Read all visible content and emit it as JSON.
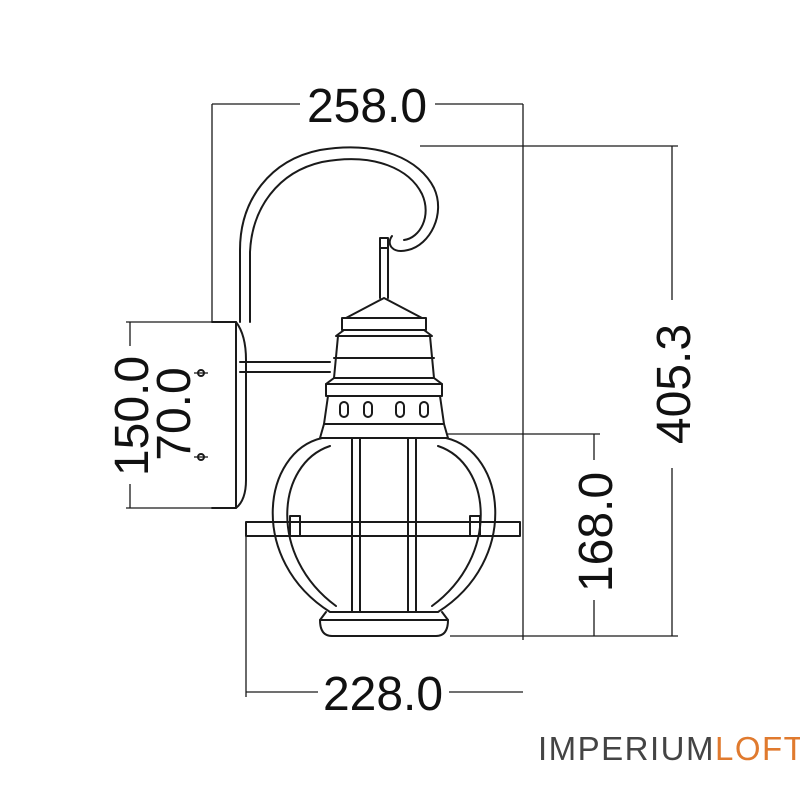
{
  "dimensions": {
    "top_width": "258.0",
    "bottom_width": "228.0",
    "total_height": "405.3",
    "body_height": "168.0",
    "backplate_height": "150.0",
    "mount_spacing": "70.0"
  },
  "watermark": {
    "part1": "IMPERIUM",
    "part2": "LOFT",
    "accent_color": "#e07a2e"
  }
}
